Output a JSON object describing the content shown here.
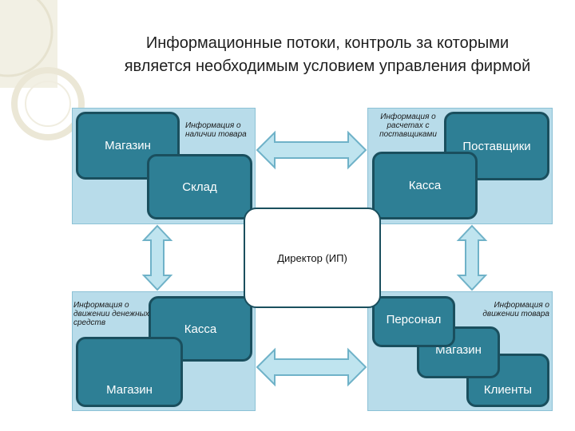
{
  "title": {
    "line1": "Информационные потоки, контроль за которыми",
    "line2": "является необходимым условием управления фирмой"
  },
  "top_left": {
    "box_store": "Магазин",
    "box_warehouse": "Склад",
    "note": "Информация о наличии товара"
  },
  "top_right": {
    "box_suppliers": "Поставщики",
    "box_cashdesk": "Касса",
    "note": "Информация о расчетах с поставщиками"
  },
  "bottom_left": {
    "box_cashdesk": "Касса",
    "box_store": "Магазин",
    "note": "Информация о движении денежных средств"
  },
  "bottom_right": {
    "box_staff": "Персонал",
    "box_store": "Магазин",
    "box_clients": "Клиенты",
    "note": "Информация о движении товара"
  },
  "center": {
    "label": "Директор (ИП)"
  },
  "colors": {
    "panel": "#b8dcea",
    "box_fill": "#2e7f95",
    "box_border": "#1a4f5e",
    "arrow_fill": "#bfe4ef",
    "arrow_stroke": "#6fb2c8"
  }
}
